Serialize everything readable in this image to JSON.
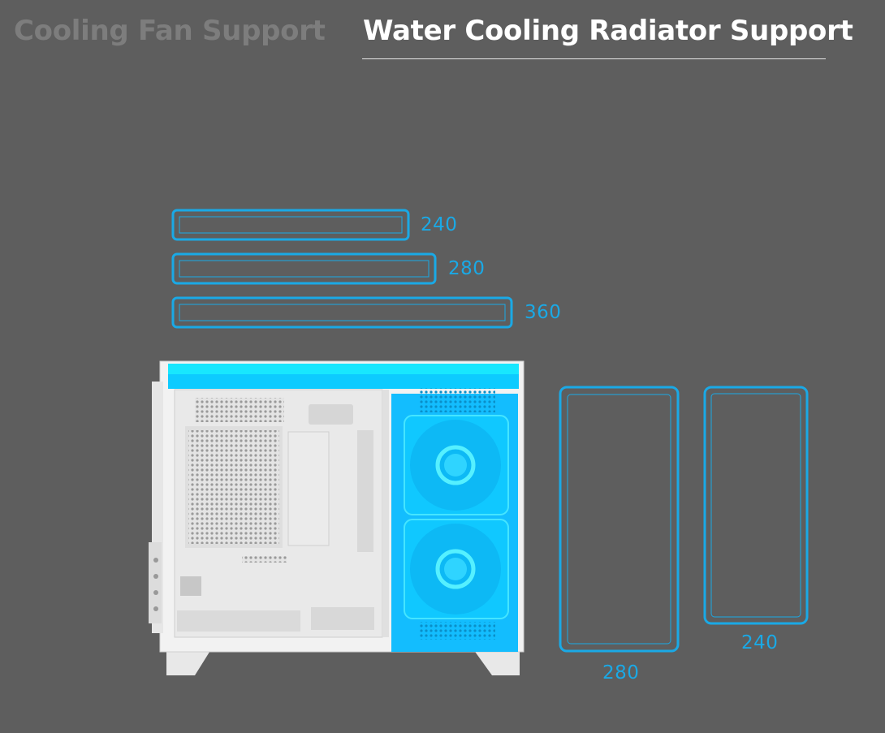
{
  "tabs": {
    "fan": {
      "label": "Cooling Fan Support",
      "active": false
    },
    "radiator": {
      "label": "Water Cooling Radiator Support",
      "active": true
    }
  },
  "top_radiators": [
    {
      "label": "240"
    },
    {
      "label": "280"
    },
    {
      "label": "360"
    }
  ],
  "front_radiators": [
    {
      "label": "280"
    },
    {
      "label": "240"
    }
  ],
  "colors": {
    "background": "#5e5e5e",
    "accent": "#1aa9e6",
    "highlight": "#00e0ff",
    "inactive_tab": "#7d7d7d",
    "active_tab": "#ffffff"
  },
  "illustration": {
    "subject": "white-pc-case-side-view",
    "fan_count": 2
  }
}
